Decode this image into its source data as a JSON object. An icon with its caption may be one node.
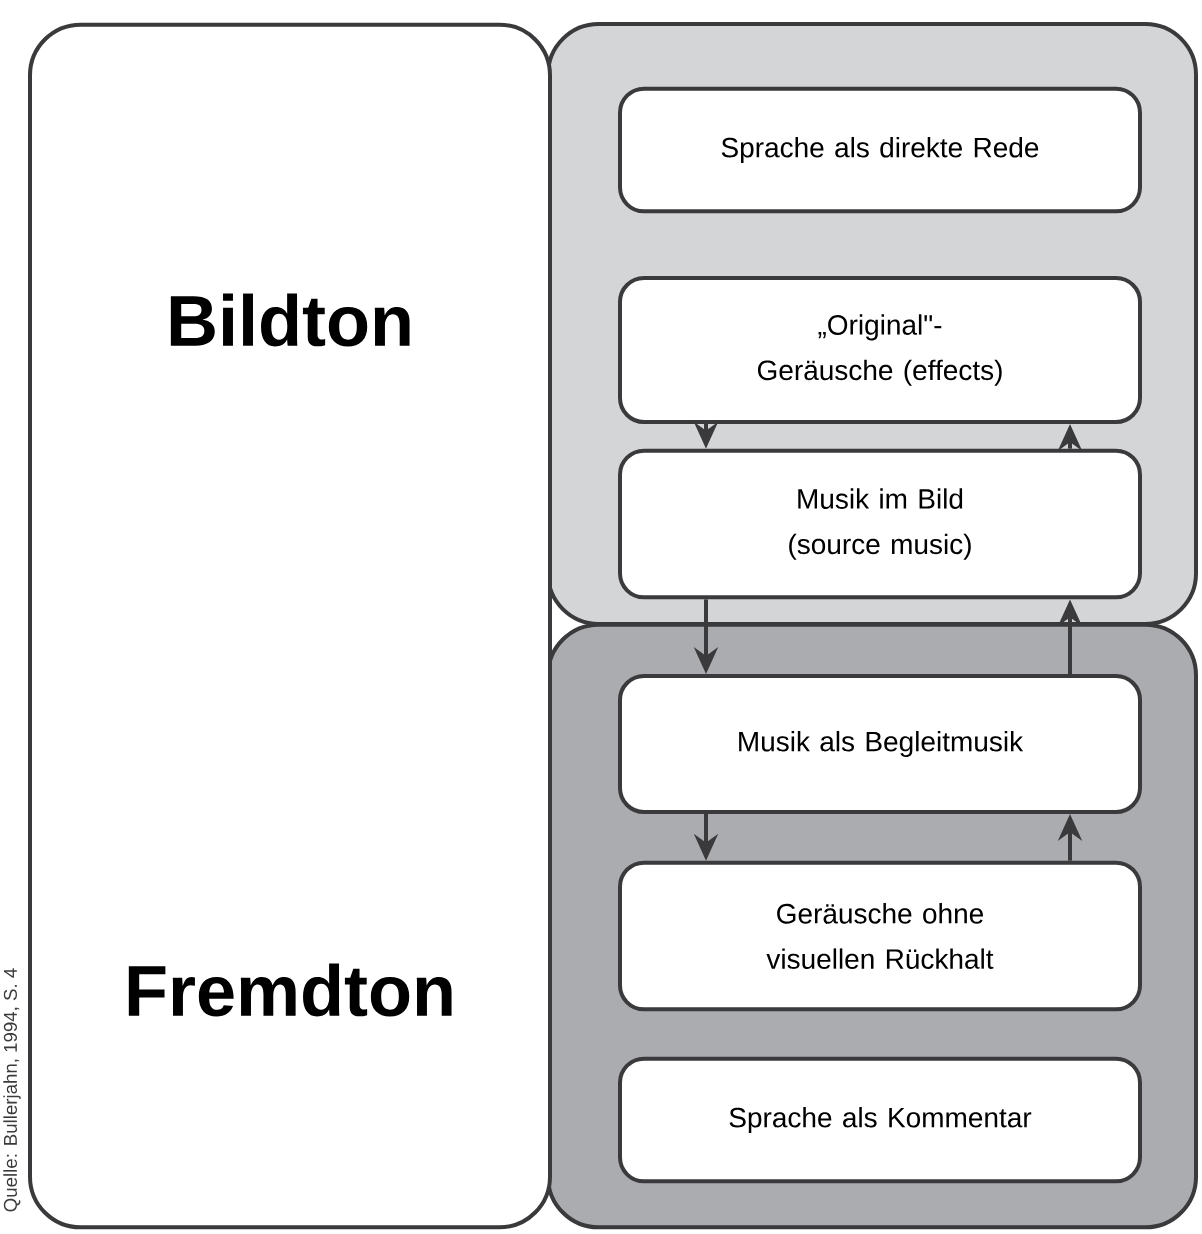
{
  "diagram": {
    "nodes": [
      {
        "text": [
          "Bildton",
          "Fremdton"
        ]
      },
      {
        "text": [],
        "shape": "box"
      },
      {
        "text": [
          "Sprache als direkte Rede"
        ],
        "in": 1
      },
      {
        "text": [
          "„Original\"-Geräusche (effects)"
        ],
        "in": 1
      },
      {
        "text": [
          "Musik im Bild (source music)"
        ],
        "in": 1
      },
      {
        "text": [],
        "shape": "box"
      },
      {
        "text": [
          "Musik als Begleitmusik"
        ],
        "in": 5
      },
      {
        "text": [
          "Geräusche ohne visuellen Rückhalt"
        ],
        "in": 5
      },
      {
        "text": [
          "Sprache als Kommentar"
        ],
        "in": 5
      }
    ],
    "edges": [
      {
        "from": 3,
        "to": 4,
        "arrow": "to"
      },
      {
        "from": 4,
        "to": 6,
        "arrow": "to"
      },
      {
        "from": 6,
        "to": 7,
        "arrow": "to"
      },
      {
        "from": 7,
        "to": 6,
        "arrow": "to"
      },
      {
        "from": 6,
        "to": 4,
        "arrow": "to"
      },
      {
        "from": 4,
        "to": 3,
        "arrow": "to"
      }
    ],
    "labels": [
      "Quelle: Bullerjahn, 1994, S. 4"
    ]
  }
}
